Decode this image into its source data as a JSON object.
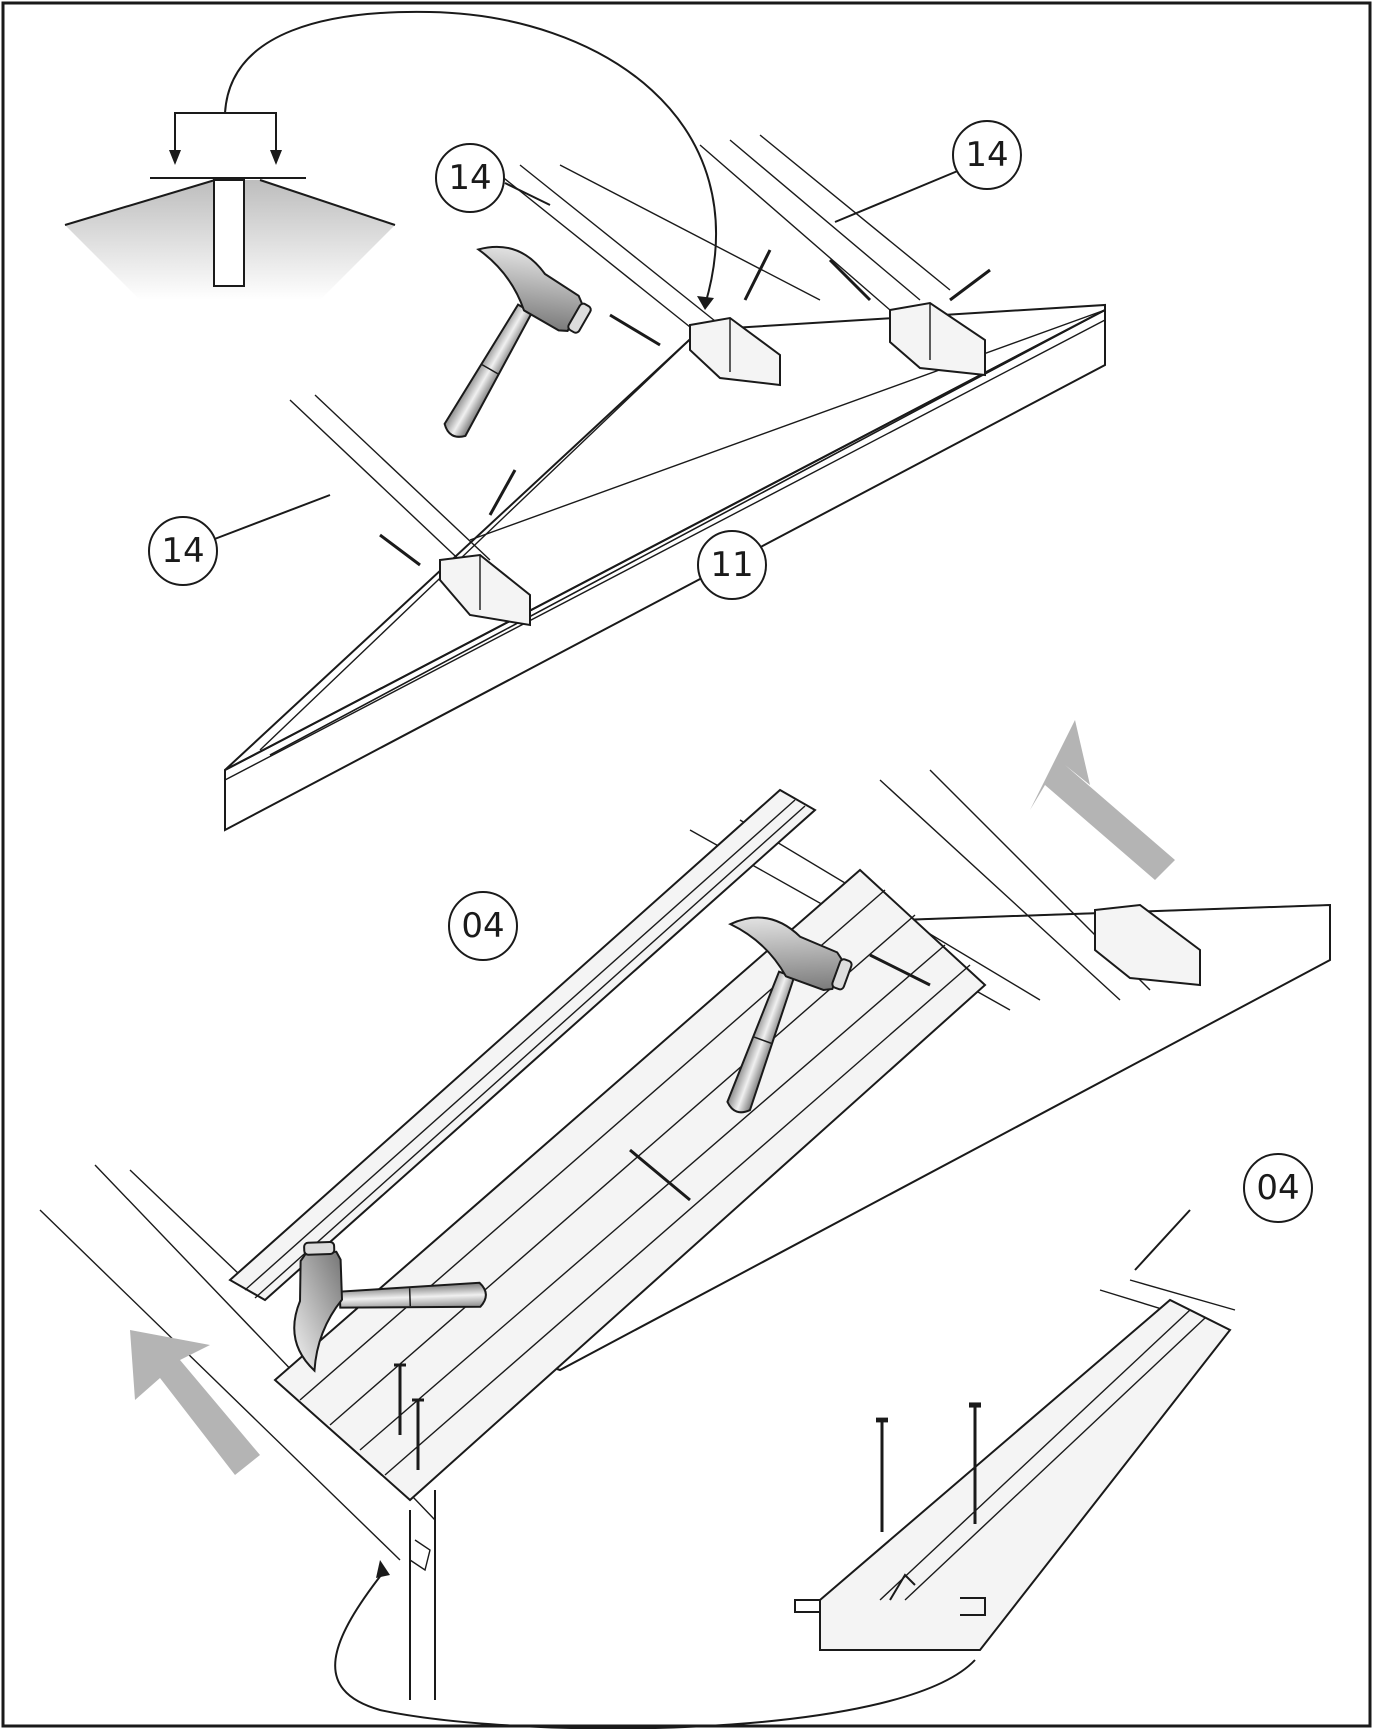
{
  "figure": {
    "callouts": [
      {
        "label": "14"
      },
      {
        "label": "14"
      },
      {
        "label": "14"
      },
      {
        "label": "11"
      },
      {
        "label": "04"
      },
      {
        "label": "04"
      }
    ],
    "icons": [
      "hammer-icon",
      "nail-icon",
      "direction-arrow-icon"
    ],
    "colors": {
      "line": "#1a1a1a",
      "arrow": "#b4b4b4",
      "board": "#f4f4f4",
      "shade": "#cfcfcf"
    }
  }
}
